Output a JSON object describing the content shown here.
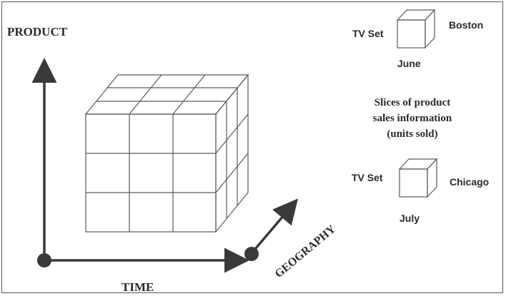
{
  "axes": {
    "product": "PRODUCT",
    "time": "TIME",
    "geography": "GEOGRAPHY"
  },
  "slices": {
    "top": {
      "product": "TV Set",
      "geography": "Boston",
      "time": "June"
    },
    "bottom": {
      "product": "TV Set",
      "geography": "Chicago",
      "time": "July"
    },
    "caption": {
      "line1": "Slices of product",
      "line2": "sales information",
      "line3": "(units sold)"
    }
  },
  "colors": {
    "axis": "#3a3a3a",
    "cube_line": "#5a5a5a",
    "text": "#2a2a2a"
  }
}
